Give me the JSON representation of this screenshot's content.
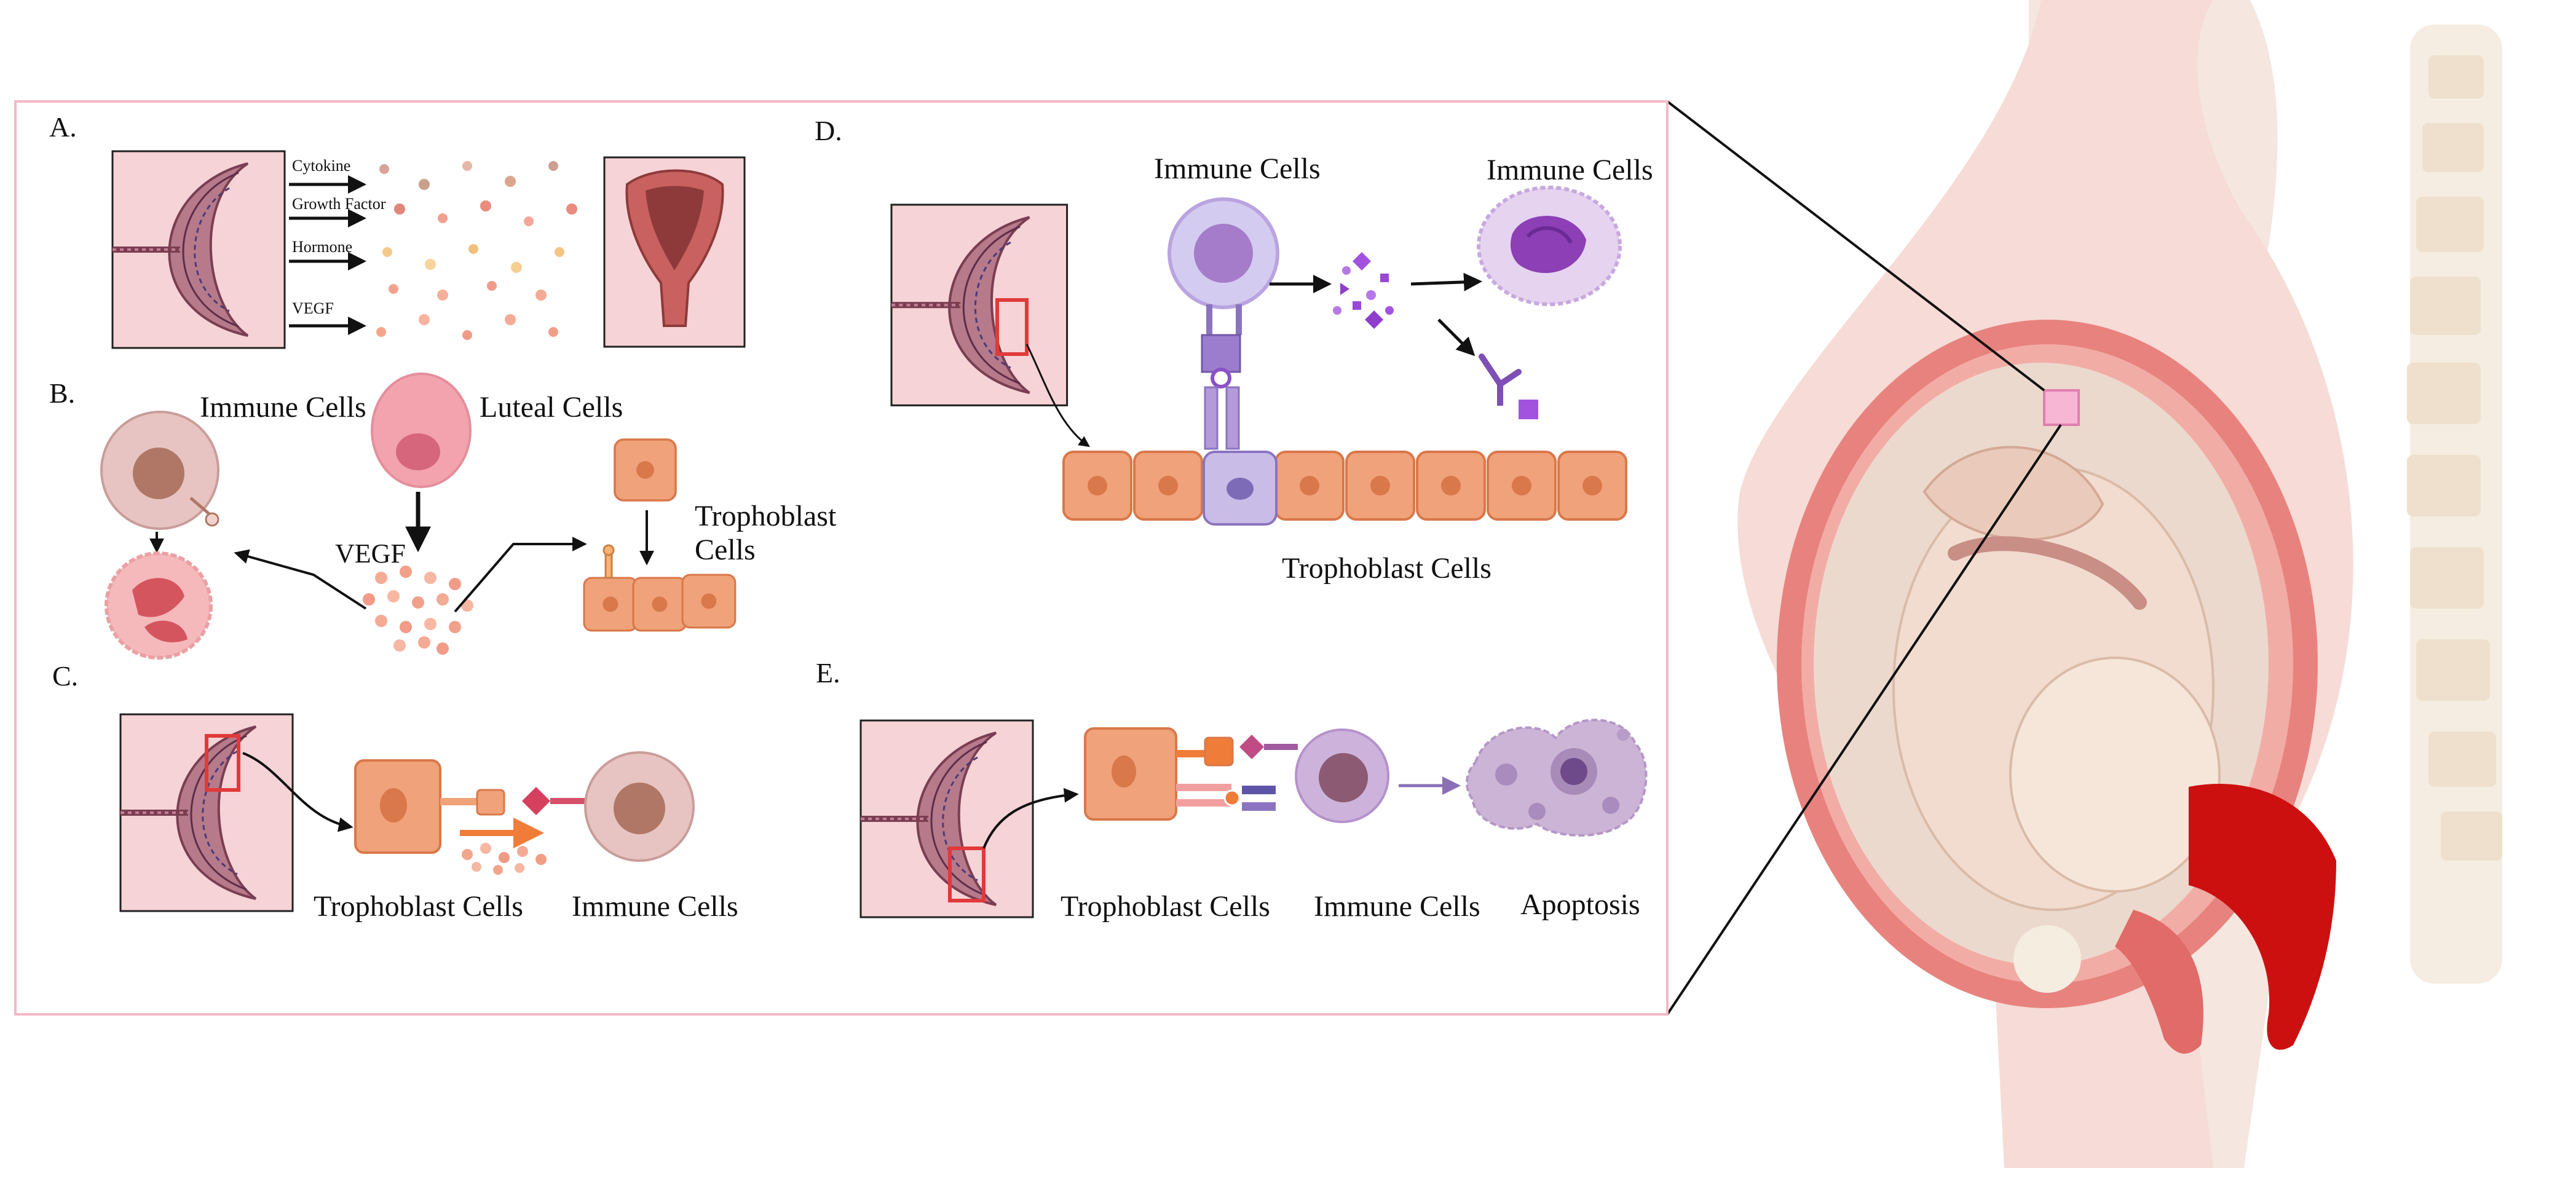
{
  "panels": {
    "A": {
      "letter": "A.",
      "arrow_labels": [
        "Cytokine",
        "Growth Factor",
        "Hormone",
        "VEGF"
      ]
    },
    "B": {
      "letter": "B.",
      "immune_label": "Immune Cells",
      "luteal_label": "Luteal Cells",
      "vegf_label": "VEGF",
      "trophoblast_label_line1": "Trophoblast",
      "trophoblast_label_line2": "Cells"
    },
    "C": {
      "letter": "C.",
      "trophoblast_label": "Trophoblast Cells",
      "immune_label": "Immune Cells"
    },
    "D": {
      "letter": "D.",
      "immune_label_1": "Immune Cells",
      "immune_label_2": "Immune Cells",
      "trophoblast_label": "Trophoblast Cells"
    },
    "E": {
      "letter": "E.",
      "trophoblast_label": "Trophoblast Cells",
      "immune_label": "Immune Cells",
      "apoptosis_label": "Apoptosis"
    }
  },
  "colors": {
    "frame_border": "#f2b8c6",
    "placenta_bg": "#f6d3d6",
    "trophoblast": "#f0a27a",
    "trophoblast_dark": "#d9784a",
    "immune_purple": "#b9a4e0",
    "immune_pink": "#e7c4c1",
    "uterus_red": "#e8827e",
    "blood_red": "#cc1010"
  }
}
